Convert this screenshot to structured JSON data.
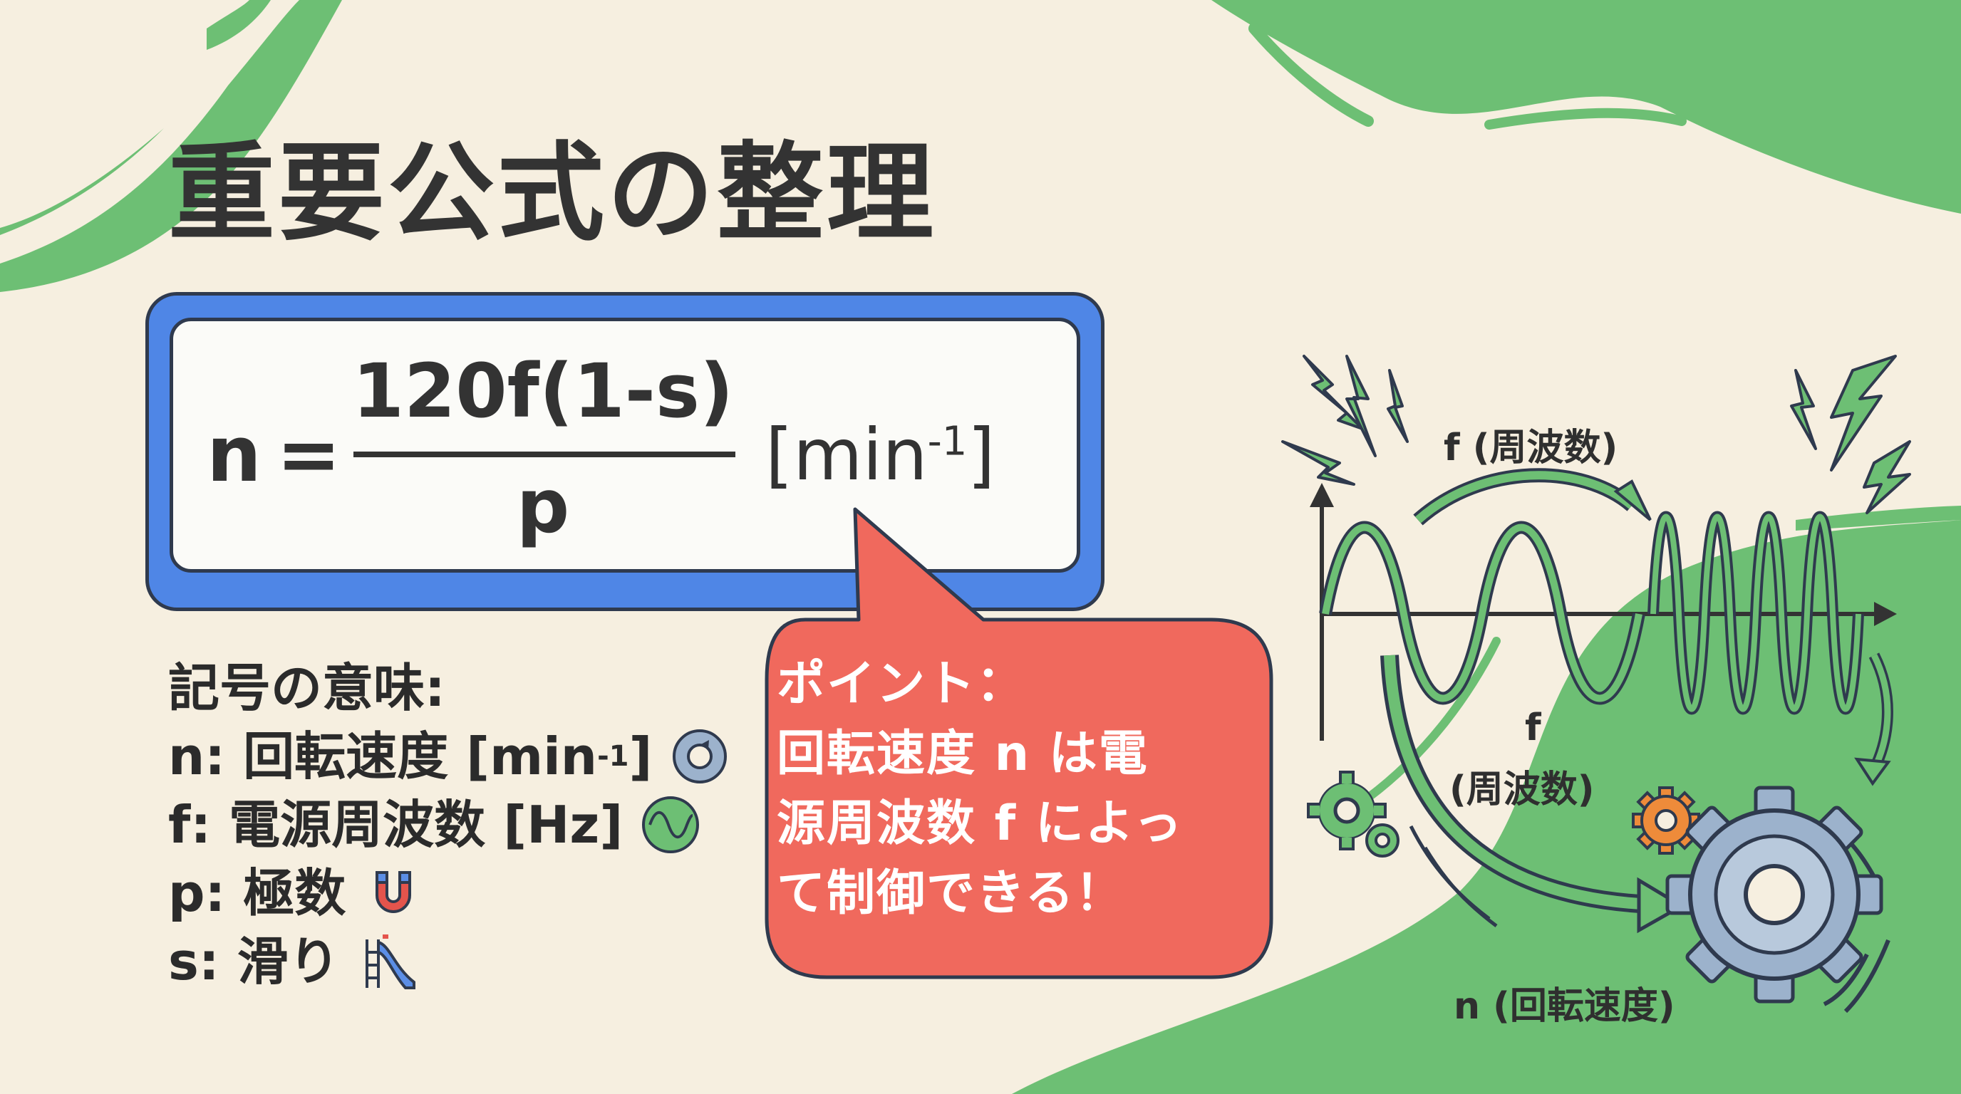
{
  "title": "重要公式の整理",
  "formula": {
    "lhs": "n",
    "equals": "=",
    "numerator": "120f(1-s)",
    "denominator": "p",
    "unit_main": "[min",
    "unit_exp": "-1",
    "unit_close": "]"
  },
  "legend": {
    "heading": "記号の意味:",
    "items": [
      {
        "text": "n: 回転速度 [min",
        "sup": "-1",
        "after": "]",
        "icon": "rotation-icon"
      },
      {
        "text": "f: 電源周波数 [Hz]",
        "icon": "sine-wave-icon"
      },
      {
        "text": "p: 極数",
        "icon": "magnet-icon"
      },
      {
        "text": "s: 滑り",
        "icon": "slide-icon"
      }
    ]
  },
  "callout": {
    "line1": "ポイント：",
    "line2": "回転速度 n は電",
    "line3": "源周波数 f によっ",
    "line4": "て制御できる！"
  },
  "diagram": {
    "label_top": "f (周波数)",
    "label_mid_1": "f",
    "label_mid_2": "(周波数)",
    "label_bottom": "n (回転速度)"
  },
  "colors": {
    "background": "#f6efe0",
    "green": "#6dbf74",
    "blue": "#4f86e6",
    "callout_red": "#f0695d",
    "gear_blue": "#9cb2cc",
    "gear_orange": "#ee8b3a"
  }
}
